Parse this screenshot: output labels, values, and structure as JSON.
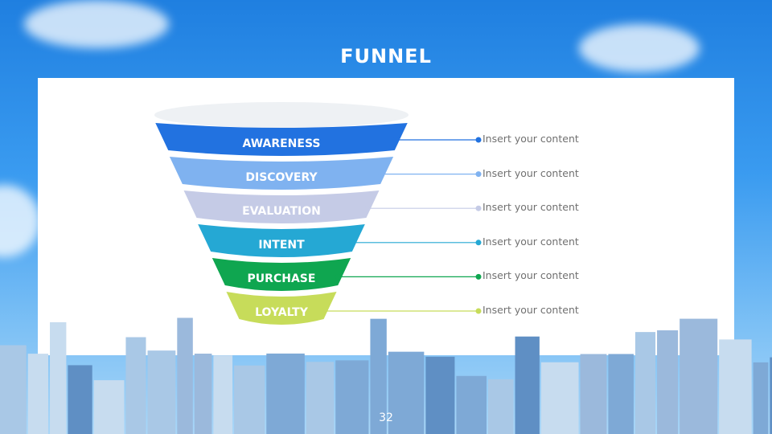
{
  "title": "FUNNEL",
  "page_number": "32",
  "stages": [
    {
      "label": "AWARENESS",
      "text": "Insert your content",
      "color": "#2272e0"
    },
    {
      "label": "DISCOVERY",
      "text": "Insert your content",
      "color": "#7fb2f0"
    },
    {
      "label": "EVALUATION",
      "text": "Insert your content",
      "color": "#c5cbe6"
    },
    {
      "label": "INTENT",
      "text": "Insert your content",
      "color": "#25a8d4"
    },
    {
      "label": "PURCHASE",
      "text": "Insert your content",
      "color": "#0fa650"
    },
    {
      "label": "LOYALTY",
      "text": "Insert your content",
      "color": "#c7dc5a"
    }
  ]
}
